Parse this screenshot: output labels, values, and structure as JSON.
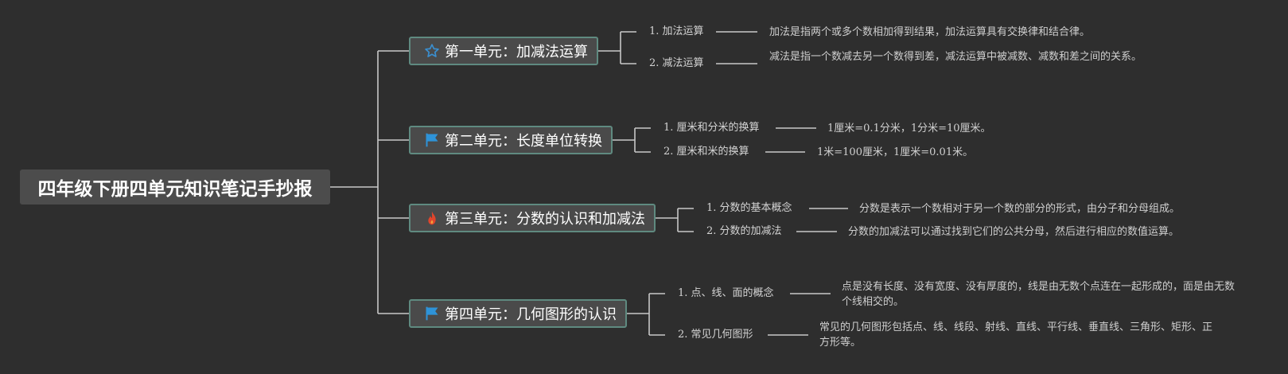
{
  "root": {
    "title": "四年级下册四单元知识笔记手抄报"
  },
  "units": [
    {
      "title": "第一单元：加减法运算",
      "icon": "star-icon",
      "icon_color": "#3a8fd0",
      "items": [
        {
          "label": "1. 加法运算",
          "description": "加法是指两个或多个数相加得到结果，加法运算具有交换律和结合律。"
        },
        {
          "label": "2. 减法运算",
          "description": "减法是指一个数减去另一个数得到差，减法运算中被减数、减数和差之间的关系。"
        }
      ]
    },
    {
      "title": "第二单元：长度单位转换",
      "icon": "flag-icon",
      "icon_color": "#2e93d8",
      "items": [
        {
          "label": "1. 厘米和分米的换算",
          "description": "1厘米=0.1分米，1分米=10厘米。"
        },
        {
          "label": "2. 厘米和米的换算",
          "description": "1米=100厘米，1厘米=0.01米。"
        }
      ]
    },
    {
      "title": "第三单元：分数的认识和加减法",
      "icon": "fire-icon",
      "icon_color": "#e0452c",
      "items": [
        {
          "label": "1. 分数的基本概念",
          "description": "分数是表示一个数相对于另一个数的部分的形式，由分子和分母组成。"
        },
        {
          "label": "2. 分数的加减法",
          "description": "分数的加减法可以通过找到它们的公共分母，然后进行相应的数值运算。"
        }
      ]
    },
    {
      "title": "第四单元：几何图形的认识",
      "icon": "flag-icon",
      "icon_color": "#2e93d8",
      "items": [
        {
          "label": "1. 点、线、面的概念",
          "description": "点是没有长度、没有宽度、没有厚度的，线是由无数个点连在一起形成的，面是由无数个线相交的。"
        },
        {
          "label": "2. 常见几何图形",
          "description": "常见的几何图形包括点、线、线段、射线、直线、平行线、垂直线、三角形、矩形、正方形等。"
        }
      ]
    }
  ]
}
